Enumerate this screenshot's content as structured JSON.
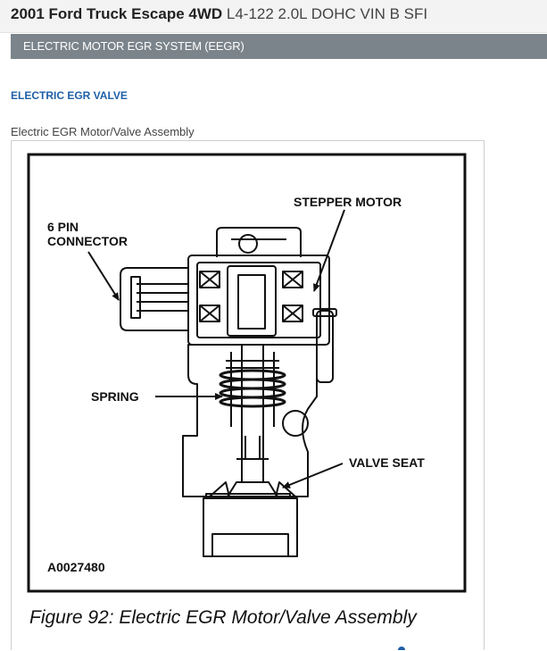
{
  "header": {
    "title": "2001 Ford Truck Escape 4WD",
    "spec": "L4-122 2.0L DOHC VIN B SFI"
  },
  "section": {
    "title": "ELECTRIC MOTOR EGR SYSTEM (EEGR)"
  },
  "subsection": {
    "title": "ELECTRIC EGR VALVE"
  },
  "figure": {
    "caption": "Electric EGR Motor/Valve Assembly",
    "labels": {
      "stepper_motor": "STEPPER MOTOR",
      "connector_line1": "6 PIN",
      "connector_line2": "CONNECTOR",
      "spring": "SPRING",
      "valve_seat": "VALVE SEAT",
      "id": "A0027480"
    },
    "title": "Figure 92: Electric EGR Motor/Valve Assembly"
  }
}
